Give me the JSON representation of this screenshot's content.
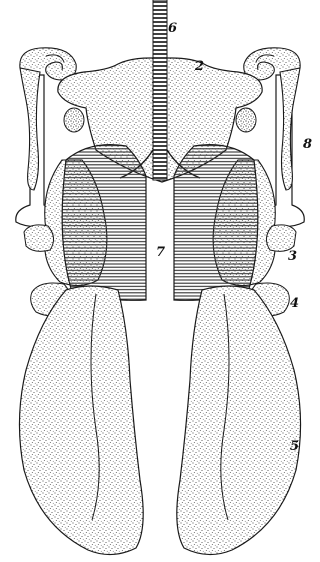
{
  "figure": {
    "labels": {
      "l2": "2",
      "l3": "3",
      "l4": "4",
      "l5": "5",
      "l6": "6",
      "l7": "7",
      "l8": "8"
    },
    "colors": {
      "ink": "#1a1a1a",
      "paper": "#ffffff",
      "stipple": "#2b2b2b",
      "hatch": "#333333"
    }
  }
}
